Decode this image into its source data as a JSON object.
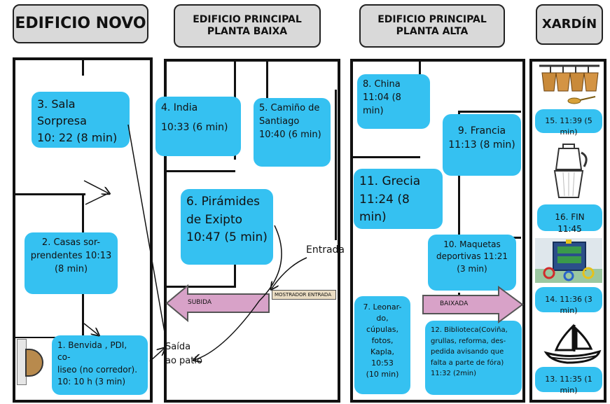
{
  "headers": {
    "edificio_novo": "EDIFICIO NOVO",
    "planta_baixa_line1": "EDIFICIO PRINCIPAL",
    "planta_baixa_line2": "PLANTA BAIXA",
    "planta_alta_line1": "EDIFICIO PRINCIPAL",
    "planta_alta_line2": "PLANTA ALTA",
    "xardin": "XARDÍN"
  },
  "stations": {
    "s3": {
      "l1": "3. Sala Sorpresa",
      "l2": "10: 22 (8 min)"
    },
    "s2": {
      "l1": "2. Casas sor-",
      "l2": "prendentes  10:13",
      "l3": "(8 min)"
    },
    "s1": {
      "l1": "1. Benvida , PDI, co-",
      "l2": "liseo (no corredor).",
      "l3": "10: 10 h  (3 min)"
    },
    "s4": {
      "l1": "4. India",
      "l2": "10:33 (6 min)"
    },
    "s5": {
      "l1": "5. Camiño de",
      "l2": "Santiago",
      "l3": "10:40 (6 min)"
    },
    "s6": {
      "l1": "6. Pirámides",
      "l2": "de Exipto",
      "l3": "10:47 (5 min)"
    },
    "s8": {
      "l1": "8. China",
      "l2": "11:04 (8 min)"
    },
    "s9": {
      "l1": "9. Francia",
      "l2": "11:13 (8 min)"
    },
    "s11": {
      "l1": "11. Grecia",
      "l2": "11:24 (8 min)"
    },
    "s10": {
      "l1": "10. Maquetas",
      "l2": "deportivas 11:21",
      "l3": "(3 min)"
    },
    "s7": {
      "l1": "7. Leonar-",
      "l2": "do, cúpulas,",
      "l3": "fotos,",
      "l4": "Kapla, 10:53",
      "l5": "(10 min)"
    },
    "s12": {
      "l1": "12. Biblioteca(Coviña,",
      "l2": "grullas, reforma, des-",
      "l3": "pedida avisando que",
      "l4": "falta a parte de fóra)",
      "l5": "11:32  (2min)"
    },
    "s15": {
      "l1": "15. 11:39 (5 min)"
    },
    "s16": {
      "l1": "16.  FIN 11:45"
    },
    "s14": {
      "l1": "14. 11:36 (3 min)"
    },
    "s13": {
      "l1": "13.  11:35 (1 min)"
    }
  },
  "labels": {
    "entrada": "Entrada",
    "saida_l1": "Saída",
    "saida_l2": "ao patio",
    "subida": "SUBIDA",
    "baixada": "BAIXADA",
    "mostrador": "MOSTRADOR ENTRADA"
  },
  "colors": {
    "station": "#35c1f1",
    "header": "#d9d9d9",
    "arrow": "#d8a2c8"
  },
  "icons": [
    "flowerpots-icon",
    "moka-pot-icon",
    "playground-icon",
    "sailboat-icon",
    "door-icon"
  ]
}
